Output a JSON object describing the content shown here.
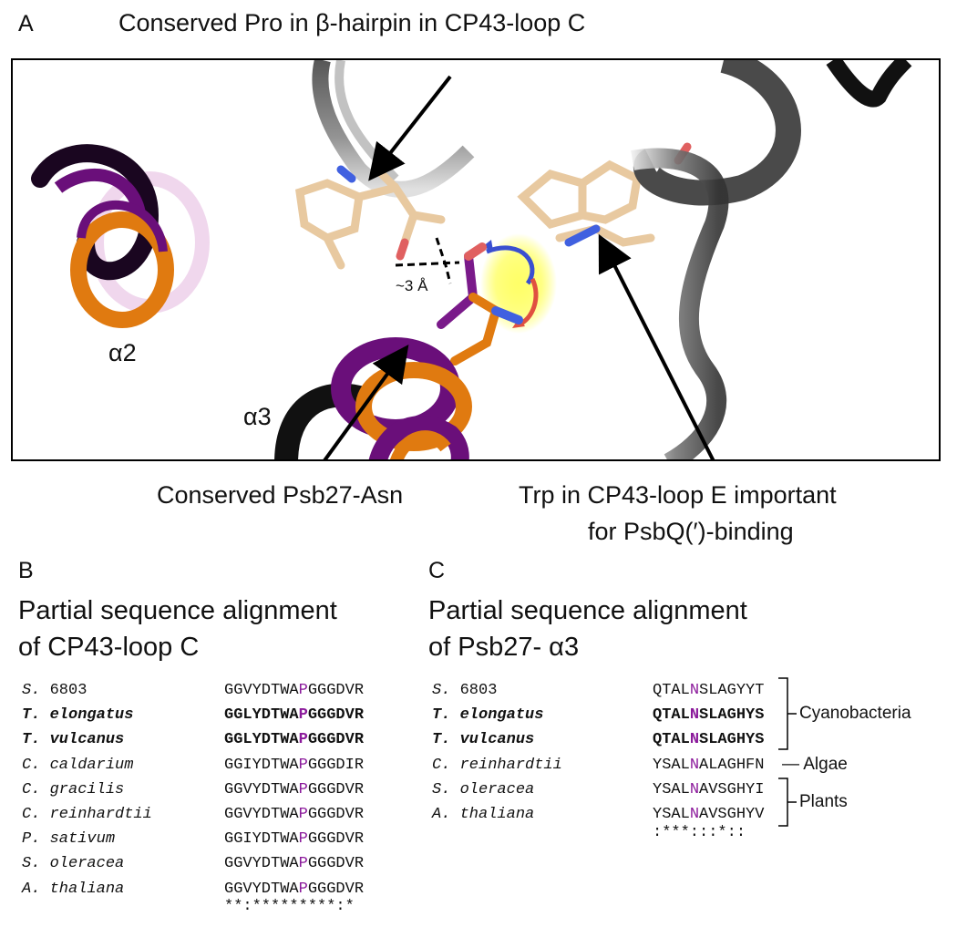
{
  "panelA": {
    "letter": "A",
    "label_pro": "Conserved Pro in β-hairpin in CP43-loop C",
    "label_dist": "~3 Å",
    "label_a2": "α2",
    "label_a3": "α3",
    "label_asn": "Conserved Psb27-Asn",
    "label_trp_1": "Trp in CP43-loop E important",
    "label_trp_2": "for PsbQ(′)-binding"
  },
  "panelB": {
    "letter": "B",
    "title_1": "Partial sequence alignment",
    "title_2": "of CP43-loop C",
    "rows": [
      {
        "sp1": "S.",
        "sp2": "6803",
        "seq_pre": "GGVYDTWA",
        "seq_hl": "P",
        "seq_post": "GGGDVR",
        "bold": false,
        "italic_sp2": false
      },
      {
        "sp1": "T.",
        "sp2": "elongatus",
        "seq_pre": "GGLYDTWA",
        "seq_hl": "P",
        "seq_post": "GGGDVR",
        "bold": true,
        "italic_sp2": true
      },
      {
        "sp1": "T.",
        "sp2": "vulcanus",
        "seq_pre": "GGLYDTWA",
        "seq_hl": "P",
        "seq_post": "GGGDVR",
        "bold": true,
        "italic_sp2": true
      },
      {
        "sp1": "C.",
        "sp2": "caldarium",
        "seq_pre": "GGIYDTWA",
        "seq_hl": "P",
        "seq_post": "GGGDIR",
        "bold": false,
        "italic_sp2": true
      },
      {
        "sp1": "C.",
        "sp2": "gracilis",
        "seq_pre": "GGVYDTWA",
        "seq_hl": "P",
        "seq_post": "GGGDVR",
        "bold": false,
        "italic_sp2": true
      },
      {
        "sp1": "C.",
        "sp2": "reinhardtii",
        "seq_pre": "GGVYDTWA",
        "seq_hl": "P",
        "seq_post": "GGGDVR",
        "bold": false,
        "italic_sp2": true
      },
      {
        "sp1": "P.",
        "sp2": "sativum",
        "seq_pre": "GGIYDTWA",
        "seq_hl": "P",
        "seq_post": "GGGDVR",
        "bold": false,
        "italic_sp2": true
      },
      {
        "sp1": "S.",
        "sp2": "oleracea",
        "seq_pre": "GGVYDTWA",
        "seq_hl": "P",
        "seq_post": "GGGDVR",
        "bold": false,
        "italic_sp2": true
      },
      {
        "sp1": "A.",
        "sp2": "thaliana",
        "seq_pre": "GGVYDTWA",
        "seq_hl": "P",
        "seq_post": "GGGDVR",
        "bold": false,
        "italic_sp2": true
      }
    ],
    "consensus": "**:*********:*"
  },
  "panelC": {
    "letter": "C",
    "title_1": "Partial sequence alignment",
    "title_2": "of Psb27- α3",
    "rows": [
      {
        "sp1": "S.",
        "sp2": "6803",
        "seq_pre": "QTAL",
        "seq_hl": "N",
        "seq_post": "SLAGYYT",
        "bold": false,
        "italic_sp2": false
      },
      {
        "sp1": "T.",
        "sp2": "elongatus",
        "seq_pre": "QTAL",
        "seq_hl": "N",
        "seq_post": "SLAGHYS",
        "bold": true,
        "italic_sp2": true
      },
      {
        "sp1": "T.",
        "sp2": "vulcanus",
        "seq_pre": "QTAL",
        "seq_hl": "N",
        "seq_post": "SLAGHYS",
        "bold": true,
        "italic_sp2": true
      },
      {
        "sp1": "C.",
        "sp2": "reinhardtii",
        "seq_pre": "YSAL",
        "seq_hl": "N",
        "seq_post": "ALAGHFN",
        "bold": false,
        "italic_sp2": true
      },
      {
        "sp1": "S.",
        "sp2": "oleracea",
        "seq_pre": "YSAL",
        "seq_hl": "N",
        "seq_post": "AVSGHYI",
        "bold": false,
        "italic_sp2": true
      },
      {
        "sp1": "A.",
        "sp2": "thaliana",
        "seq_pre": "YSAL",
        "seq_hl": "N",
        "seq_post": "AVSGHYV",
        "bold": false,
        "italic_sp2": true
      }
    ],
    "consensus": ":***:::*::",
    "group_cyano": "Cyanobacteria",
    "group_algae": "— Algae",
    "group_plants": "Plants"
  },
  "colors": {
    "highlight": "#8b1a9b",
    "purple_helix": "#6a0f7a",
    "orange_helix": "#e07a10",
    "tan_sticks": "#e8c9a0"
  }
}
